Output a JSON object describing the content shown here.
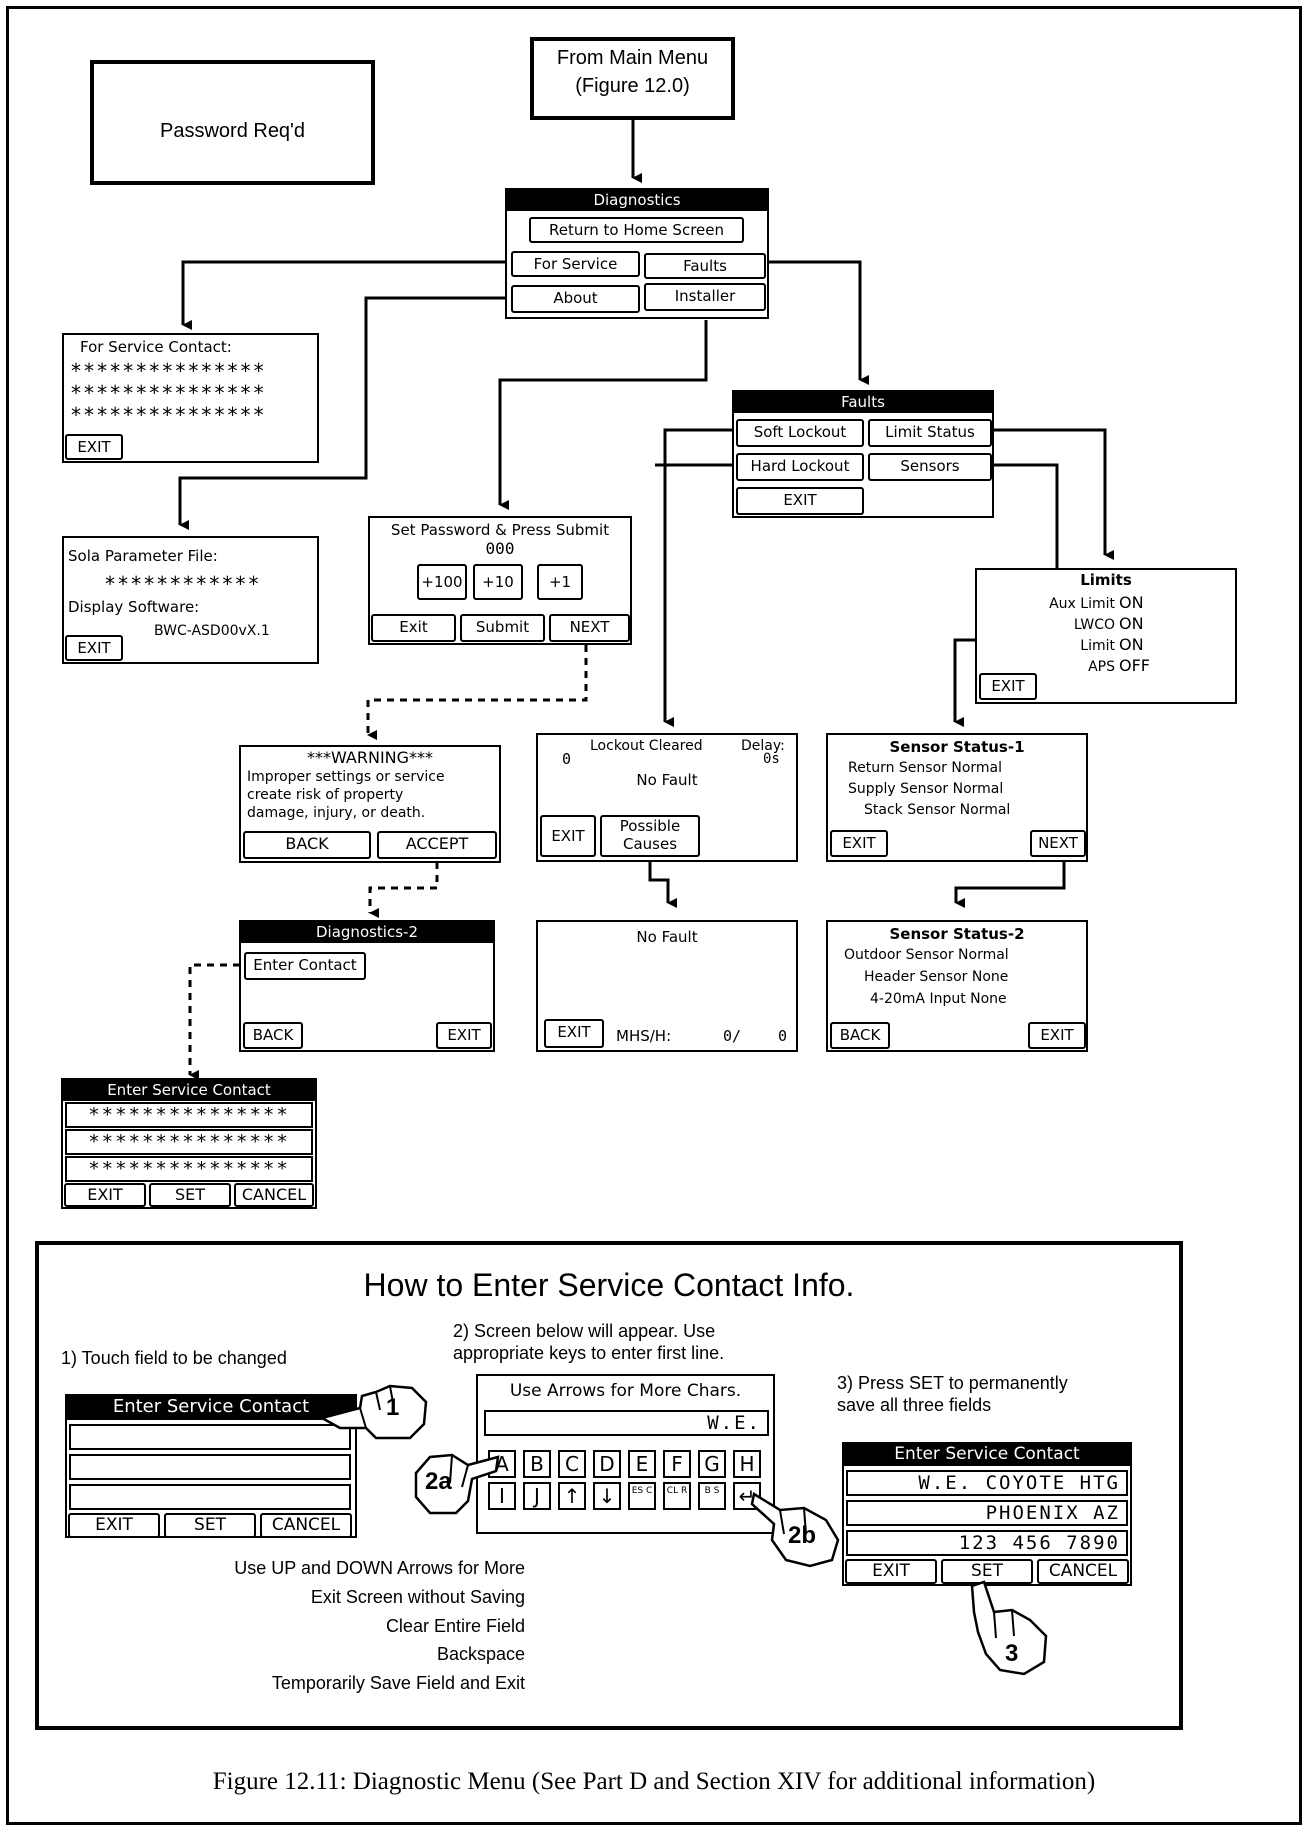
{
  "top": {
    "main_menu": "From Main Menu",
    "main_menu_ref": "(Figure 12.0)",
    "legend_text": "Password Req'd"
  },
  "diagnostics": {
    "title": "Diagnostics",
    "return_home": "Return to Home Screen",
    "for_service": "For Service",
    "faults": "Faults",
    "about": "About",
    "installer": "Installer"
  },
  "service_contact": {
    "title": "For Service Contact:",
    "lines": [
      "***************",
      "***************",
      "***************"
    ],
    "exit": "EXIT"
  },
  "about": {
    "param_label": "Sola Parameter File:",
    "param_value": "************",
    "display_label": "Display Software:",
    "display_value": "BWC-ASD00vX.1",
    "exit": "EXIT"
  },
  "password": {
    "title": "Set Password & Press Submit",
    "value": "000",
    "plus100": "+100",
    "plus10": "+10",
    "plus1": "+1",
    "exit": "Exit",
    "submit": "Submit",
    "next": "NEXT"
  },
  "faults": {
    "title": "Faults",
    "soft_lockout": "Soft Lockout",
    "limit_status": "Limit Status",
    "hard_lockout": "Hard Lockout",
    "sensors": "Sensors",
    "exit": "EXIT"
  },
  "limits": {
    "title": "Limits",
    "rows": [
      {
        "label": "Aux Limit",
        "value": "ON"
      },
      {
        "label": "LWCO",
        "value": "ON"
      },
      {
        "label": "Limit",
        "value": "ON"
      },
      {
        "label": "APS",
        "value": "OFF"
      }
    ],
    "exit": "EXIT"
  },
  "warning": {
    "title": "***WARNING***",
    "line1": "Improper settings or service",
    "line2": "create risk of property",
    "line3": "damage, injury, or death.",
    "back": "BACK",
    "accept": "ACCEPT"
  },
  "lockout": {
    "left_value": "0",
    "status": "Lockout Cleared",
    "delay_label": "Delay:",
    "delay_value": "0s",
    "fault": "No Fault",
    "exit": "EXIT",
    "possible": "Possible",
    "causes": "Causes"
  },
  "sensor1": {
    "title": "Sensor Status-1",
    "row1": "Return Sensor Normal",
    "row2": "Supply Sensor Normal",
    "row3": "Stack Sensor Normal",
    "exit": "EXIT",
    "next": "NEXT"
  },
  "diag2": {
    "title": "Diagnostics-2",
    "enter_contact": "Enter Contact",
    "back": "BACK",
    "exit": "EXIT"
  },
  "nofault": {
    "fault": "No Fault",
    "exit": "EXIT",
    "mhs_label": "MHS/H:",
    "mhs_value1": "0/",
    "mhs_value2": "0"
  },
  "sensor2": {
    "title": "Sensor Status-2",
    "row1": "Outdoor Sensor Normal",
    "row2": "Header Sensor None",
    "row3": "4-20mA Input None",
    "back": "BACK",
    "exit": "EXIT"
  },
  "enter_contact": {
    "title": "Enter Service Contact",
    "lines": [
      "***************",
      "***************",
      "***************"
    ],
    "exit": "EXIT",
    "set": "SET",
    "cancel": "CANCEL"
  },
  "howto": {
    "title": "How to Enter Service Contact Info.",
    "step1": "1) Touch field to be changed",
    "step2a": "2) Screen below will appear. Use",
    "step2b": "appropriate keys to enter first line.",
    "step3a": "3) Press SET to permanently",
    "step3b": "save all three fields",
    "panel1_title": "Enter Service Contact",
    "panel1_exit": "EXIT",
    "panel1_set": "SET",
    "panel1_cancel": "CANCEL",
    "kb_title": "Use Arrows for More Chars.",
    "kb_value": "W.E.",
    "keys_row1": [
      "A",
      "B",
      "C",
      "D",
      "E",
      "F",
      "G",
      "H"
    ],
    "keys_row2": [
      "I",
      "J",
      "↑",
      "↓",
      "ES C",
      "CL R",
      "B S",
      "↵"
    ],
    "ann_updown": "Use UP and DOWN Arrows for More",
    "ann_exit": "Exit Screen without Saving",
    "ann_clear": "Clear Entire Field",
    "ann_back": "Backspace",
    "ann_save": "Temporarily Save Field and Exit",
    "panel3_title": "Enter Service Contact",
    "panel3_line1": "W.E. COYOTE HTG",
    "panel3_line2": "PHOENIX AZ",
    "panel3_line3": "123 456 7890",
    "panel3_exit": "EXIT",
    "panel3_set": "SET",
    "panel3_cancel": "CANCEL",
    "hand1": "1",
    "hand2a": "2a",
    "hand2b": "2b",
    "hand3": "3"
  },
  "caption": "Figure 12.11: Diagnostic Menu (See Part D and Section XIV for additional information)"
}
